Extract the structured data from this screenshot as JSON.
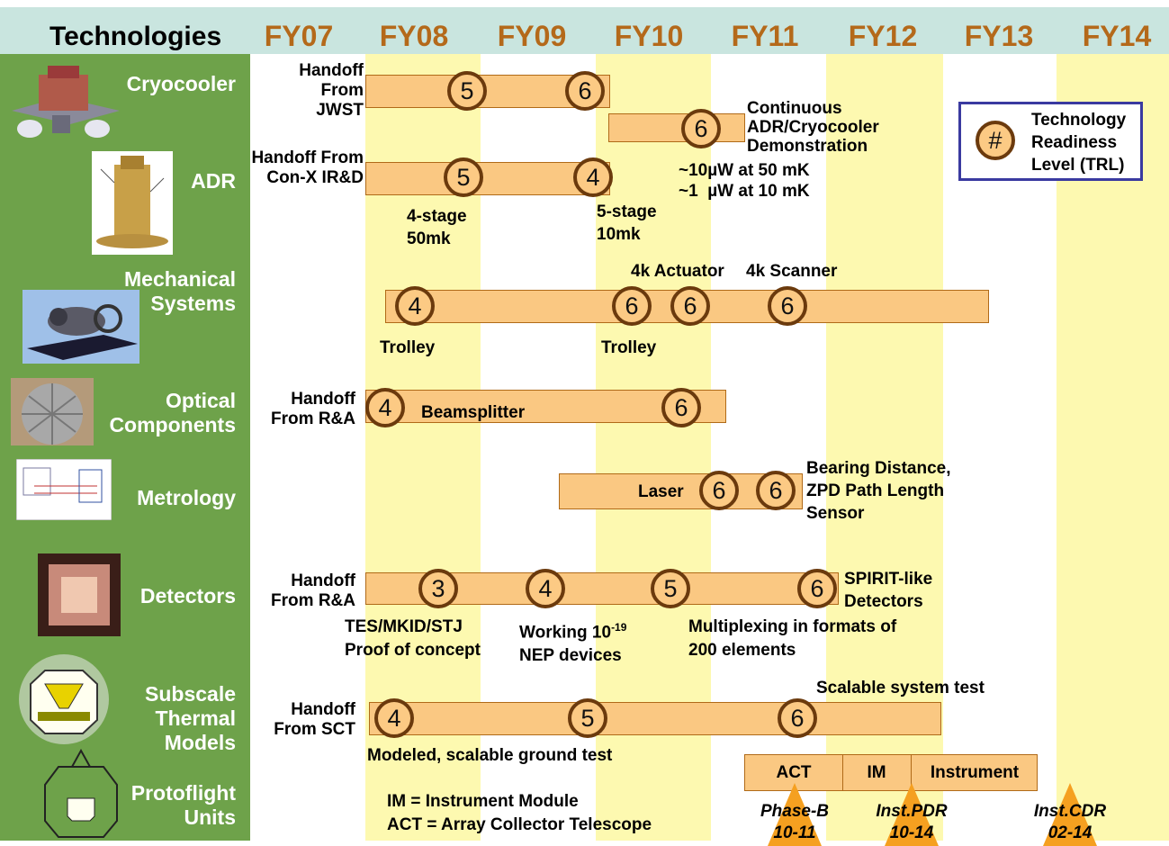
{
  "header": {
    "title": "Technologies",
    "years": [
      "FY07",
      "FY08",
      "FY09",
      "FY10",
      "FY11",
      "FY12",
      "FY13",
      "FY14"
    ]
  },
  "technologies": [
    {
      "name": "Cryocooler",
      "image": "cryocooler-image"
    },
    {
      "name": "ADR",
      "image": "adr-image"
    },
    {
      "name": "Mechanical Systems",
      "image": "mechanical-systems-image"
    },
    {
      "name": "Optical Components",
      "image": "optical-components-image"
    },
    {
      "name": "Metrology",
      "image": "metrology-image"
    },
    {
      "name": "Detectors",
      "image": "detectors-image"
    },
    {
      "name": "Subscale Thermal Models",
      "image": "thermal-models-image"
    },
    {
      "name": "Protoflight Units",
      "image": "protoflight-image"
    }
  ],
  "legend": {
    "symbol": "#",
    "text": "Technology Readiness Level (TRL)"
  },
  "cryocooler": {
    "handoff": "Handoff From JWST",
    "trl": [
      "5",
      "6",
      "6"
    ],
    "note": "Continuous ADR/Cryocooler Demonstration"
  },
  "adr": {
    "handoff": "Handoff From Con-X IR&D",
    "trl": [
      "5",
      "4"
    ],
    "label_a": "4-stage 50mk",
    "label_b": "5-stage 10mk",
    "perf_1": "~10µW at 50 mK",
    "perf_2": "~1  µW at 10 mK"
  },
  "mechanical": {
    "trl": [
      "4",
      "6",
      "6",
      "6"
    ],
    "actuator": "4k Actuator",
    "scanner": "4k Scanner",
    "trolley_a": "Trolley",
    "trolley_b": "Trolley"
  },
  "optical": {
    "handoff": "Handoff From R&A",
    "trl": [
      "4",
      "6"
    ],
    "label": "Beamsplitter"
  },
  "metrology": {
    "trl": [
      "6",
      "6"
    ],
    "laser": "Laser",
    "note": "Bearing Distance, ZPD Path Length Sensor"
  },
  "detectors": {
    "handoff": "Handoff From R&A",
    "trl": [
      "3",
      "4",
      "5",
      "6"
    ],
    "label_a": "TES/MKID/STJ Proof of concept",
    "label_b_1": "Working 10",
    "label_b_sup": "-19",
    "label_b_2": "NEP devices",
    "label_c": "Multiplexing in formats of 200 elements",
    "label_d": "SPIRIT-like Detectors"
  },
  "thermal": {
    "handoff": "Handoff From SCT",
    "trl": [
      "4",
      "5",
      "6"
    ],
    "label_a": "Modeled, scalable ground test",
    "label_b": "Scalable system test"
  },
  "protoflight": {
    "segments": [
      "ACT",
      "IM",
      "Instrument"
    ],
    "def_im": "IM = Instrument Module",
    "def_act": "ACT = Array Collector Telescope",
    "milestones": [
      {
        "name": "Phase-B",
        "date": "10-11"
      },
      {
        "name": "Inst.PDR",
        "date": "10-14"
      },
      {
        "name": "Inst.CDR",
        "date": "02-14"
      }
    ]
  }
}
